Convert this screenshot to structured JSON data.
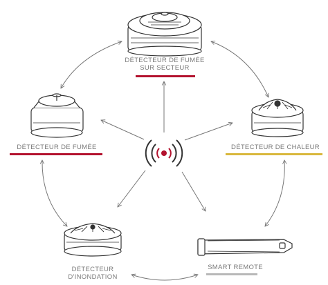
{
  "devices": [
    {
      "id": "mains",
      "lines": [
        "DÉTECTEUR DE FUMÉE",
        "SUR SECTEUR"
      ],
      "underline_color": "#b3122e"
    },
    {
      "id": "smoke",
      "lines": [
        "DÉTECTEUR DE FUMÉE"
      ],
      "underline_color": "#b3122e"
    },
    {
      "id": "heat",
      "lines": [
        "DÉTECTEUR DE CHALEUR"
      ],
      "underline_color": "#d9b73c"
    },
    {
      "id": "flood",
      "lines": [
        "DÉTECTEUR",
        "D'INONDATION"
      ],
      "underline_color": null
    },
    {
      "id": "remote",
      "lines": [
        "SMART REMOTE"
      ],
      "underline_color": "#b8b8b8"
    }
  ],
  "hub": {
    "icon": "wireless-signal-icon",
    "color": "#b3122e"
  },
  "style": {
    "line_color": "#777777",
    "device_stroke": "#333333"
  }
}
